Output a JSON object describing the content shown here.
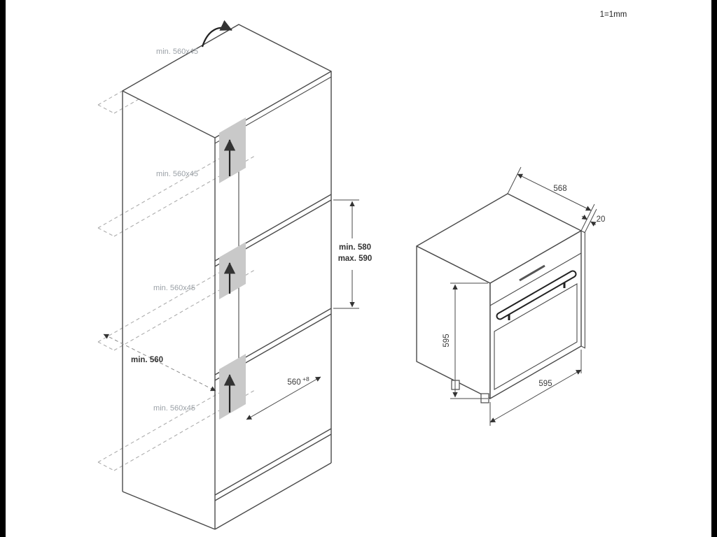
{
  "scale_note": "1=1mm",
  "cabinet": {
    "cutout_labels": [
      "min. 560x45",
      "min. 560x45",
      "min. 560x45",
      "min. 560x45"
    ],
    "niche_height_min": "min. 580",
    "niche_height_max": "max. 590",
    "depth_label": "min. 560",
    "niche_width": "560",
    "niche_width_tolerance": "+8"
  },
  "oven": {
    "depth_label": "568",
    "protrusion_label": "20",
    "height_label": "595",
    "width_label": "595"
  },
  "colors": {
    "line": "#4a4a4a",
    "dashed_line": "#adadad",
    "gray_label": "#9aa0a6",
    "dark_label": "#333333",
    "vent_strip": "#c9c9c9",
    "background": "#ffffff",
    "edge_bars": "#000000"
  }
}
